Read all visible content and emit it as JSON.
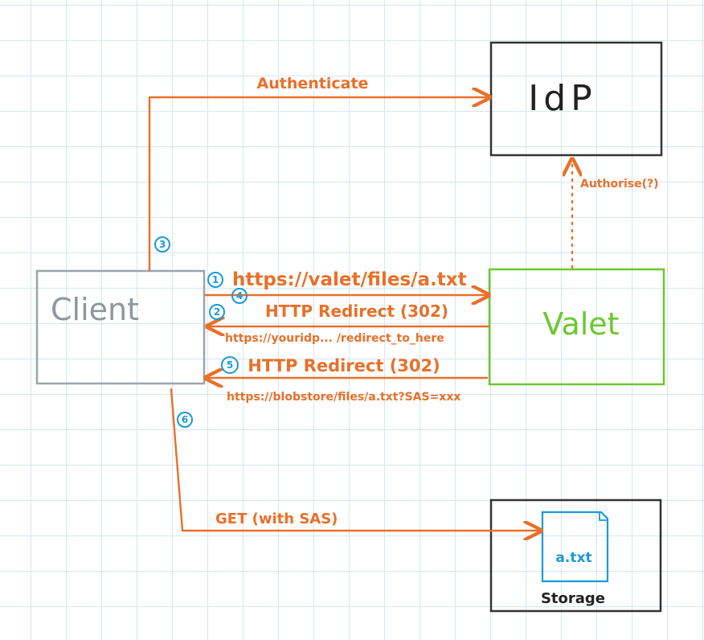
{
  "nodes": {
    "idp": "IdP",
    "valet": "Valet",
    "client": "Client",
    "storage": "Storage",
    "file": "a.txt"
  },
  "edges": {
    "authenticate": "Authenticate",
    "authorise": "Authorise(?)",
    "request_url": "https://valet/files/a.txt",
    "redirect_1": "HTTP Redirect (302)",
    "redirect_1_url": "https://youridp... /redirect_to_here",
    "redirect_2": "HTTP Redirect (302)",
    "redirect_2_url": "https://blobstore/files/a.txt?SAS=xxx",
    "get_sas": "GET (with SAS)"
  },
  "steps": {
    "s1": "1",
    "s2": "2",
    "s3": "3",
    "s4": "4",
    "s5": "5",
    "s6": "6"
  },
  "colors": {
    "orange_arrows": "#e8702a",
    "step_badges": "#1a9bd7",
    "valet_green": "#6cc82e",
    "client_gray": "#9aa4ab",
    "box_dark": "#333333",
    "file_blue": "#1a9bd7"
  }
}
